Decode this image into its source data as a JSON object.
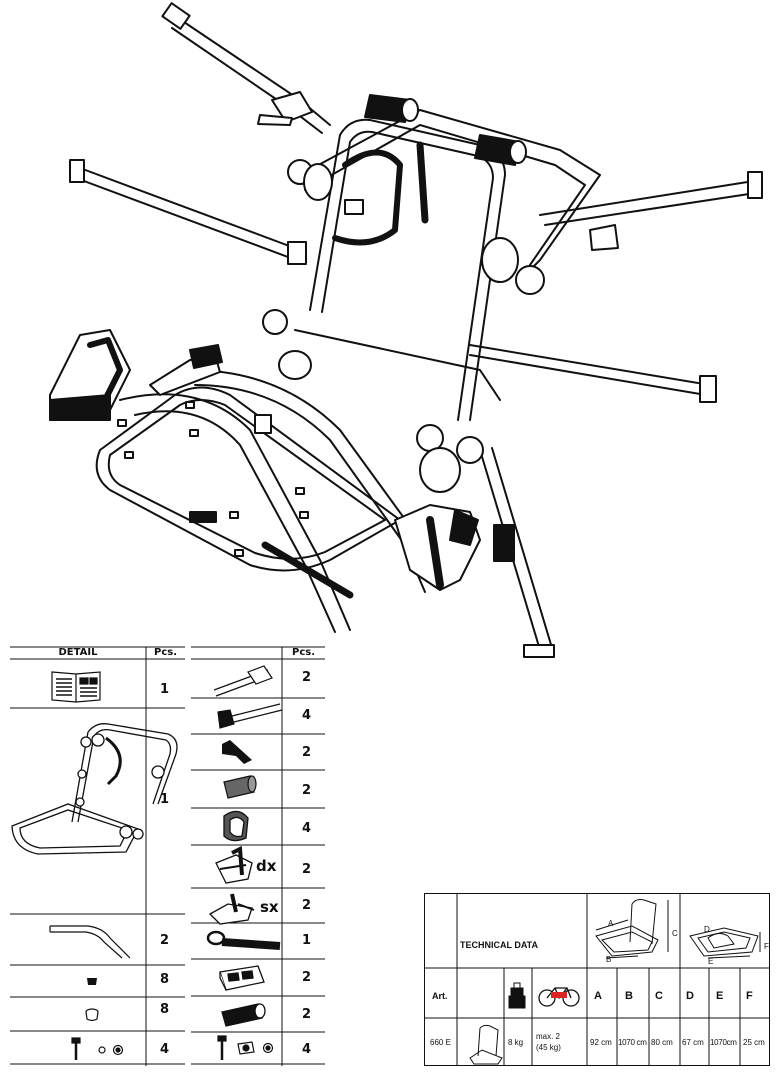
{
  "parts_left": {
    "header_detail": "DETAIL",
    "header_pcs": "Pcs.",
    "rows": [
      {
        "icon": "manual-icon",
        "qty": "1"
      },
      {
        "icon": "rack-frame-icon",
        "qty": "1"
      },
      {
        "icon": "wheel-rail-icon",
        "qty": "2"
      },
      {
        "icon": "rubber-foot-icon",
        "qty": "8"
      },
      {
        "icon": "cap-icon",
        "qty": "8"
      },
      {
        "icon": "bolt-nut-washer-icon",
        "qty": "4"
      }
    ]
  },
  "parts_right": {
    "header_pcs": "Pcs.",
    "rows": [
      {
        "icon": "strap-buckle-icon",
        "qty": "2",
        "suffix": ""
      },
      {
        "icon": "strap-hook-icon",
        "qty": "4",
        "suffix": ""
      },
      {
        "icon": "clip-icon",
        "qty": "2",
        "suffix": ""
      },
      {
        "icon": "end-cap-icon",
        "qty": "2",
        "suffix": ""
      },
      {
        "icon": "clamp-icon",
        "qty": "4",
        "suffix": ""
      },
      {
        "icon": "wheel-holder-right-icon",
        "qty": "2",
        "suffix": "dx"
      },
      {
        "icon": "wheel-holder-left-icon",
        "qty": "2",
        "suffix": "sx"
      },
      {
        "icon": "rubber-strap-icon",
        "qty": "1",
        "suffix": ""
      },
      {
        "icon": "pad-block-icon",
        "qty": "2",
        "suffix": ""
      },
      {
        "icon": "foam-grip-icon",
        "qty": "2",
        "suffix": ""
      },
      {
        "icon": "bolt-knob-icon",
        "qty": "4",
        "suffix": ""
      }
    ]
  },
  "tech": {
    "title": "TECHNICAL DATA",
    "art_label": "Art.",
    "weight_icon": "weight-icon",
    "bike_icon": "bike-icon",
    "dim_labels": {
      "A": "A",
      "B": "B",
      "C": "C",
      "D": "D",
      "E": "E",
      "F": "F"
    },
    "cols": [
      "A",
      "B",
      "C",
      "D",
      "E",
      "F"
    ],
    "row": {
      "art": "660 E",
      "weight": "8 kg",
      "capacity": "max. 2\n(45 kg)",
      "A": "92 cm",
      "B": "1070 cm",
      "C": "80 cm",
      "D": "67 cm",
      "E": "1070cm",
      "F": "25 cm"
    }
  }
}
